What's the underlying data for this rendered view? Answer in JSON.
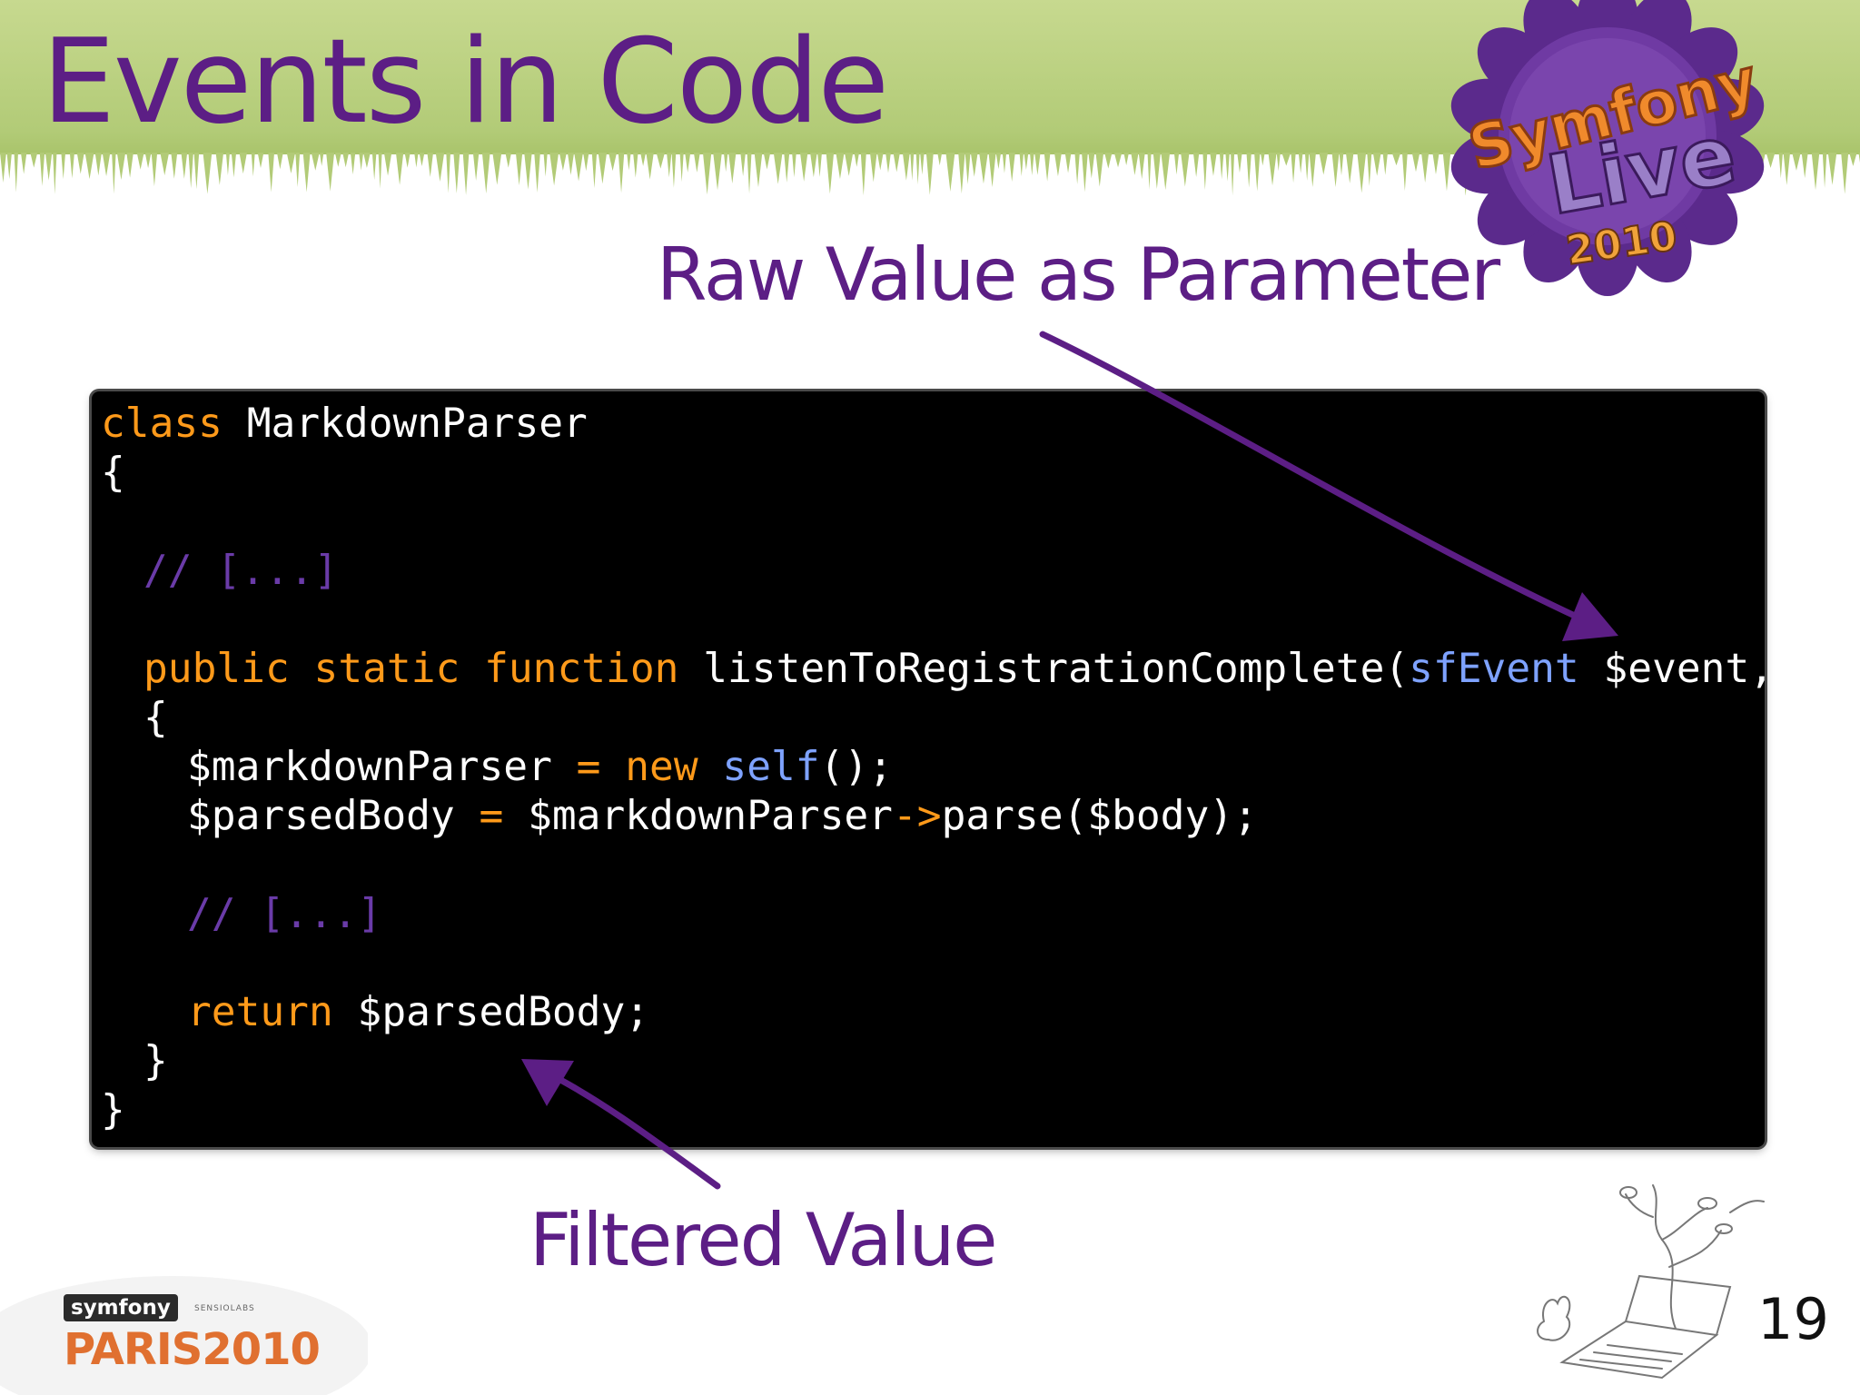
{
  "slide": {
    "title": "Events in Code",
    "annotation_top": "Raw Value as Parameter",
    "annotation_bottom": "Filtered Value",
    "page_number": "19"
  },
  "logo": {
    "word_top": "Symfony",
    "word_middle": "Live",
    "year": "2010"
  },
  "footer": {
    "brand": "symfony",
    "sponsor": "SENSIOLABS",
    "event": "PARIS2010"
  },
  "code": {
    "l1_kw": "class",
    "l1_rest": " MarkdownParser",
    "l2": "{",
    "l4": "// [...]",
    "l6_kw": "public static function",
    "l6_name": " listenToRegistrationComplete(",
    "l6_type": "sfEvent",
    "l6_rest": " $event, $body)",
    "l7": "{",
    "l8_var": "$markdownParser ",
    "l8_eq": "=",
    "l8_new": " new",
    "l8_self": " self",
    "l8_end": "();",
    "l9_var": "$parsedBody ",
    "l9_eq": "=",
    "l9_obj": " $markdownParser",
    "l9_arrow": "->",
    "l9_call": "parse($body);",
    "l11": "// [...]",
    "l13_kw": "return",
    "l13_rest": " $parsedBody;",
    "l14": "}",
    "l15": "}"
  },
  "colors": {
    "title_purple": "#5c1e85",
    "keyword_orange": "#ff9a1a",
    "type_blue": "#7ea2ff",
    "comment_purple": "#6a3ba8",
    "code_background": "#000000",
    "header_green": "#b8cf7e"
  }
}
